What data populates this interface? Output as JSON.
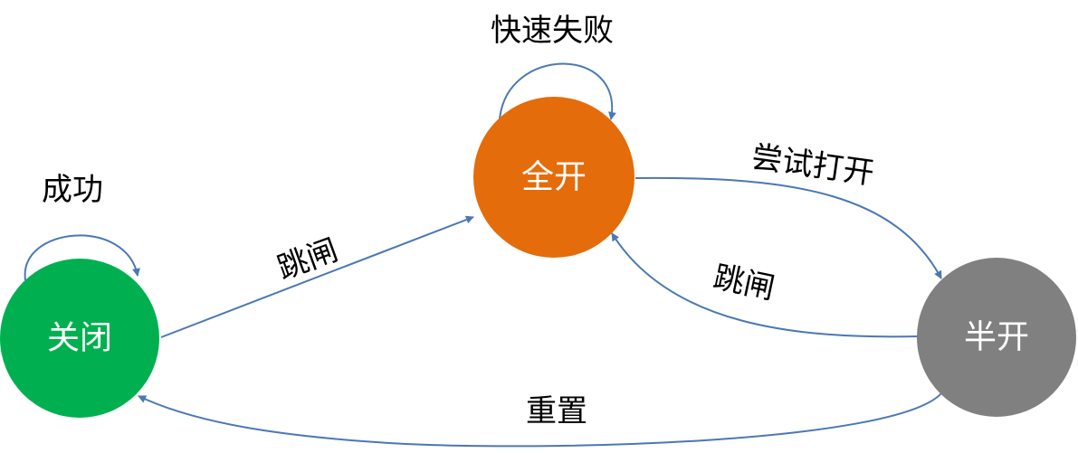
{
  "colors": {
    "closed": "#00b050",
    "open": "#e46c0a",
    "half_open": "#808080",
    "edge": "#4a78b4",
    "label_text": "#000000",
    "node_text": "#ffffff"
  },
  "states": {
    "closed": "关闭",
    "open": "全开",
    "half_open": "半开"
  },
  "transitions": {
    "closed_self": "成功",
    "open_self": "快速失败",
    "closed_to_open": "跳闸",
    "open_to_half_open": "尝试打开",
    "half_open_to_open": "跳闸",
    "half_open_to_closed": "重置"
  }
}
